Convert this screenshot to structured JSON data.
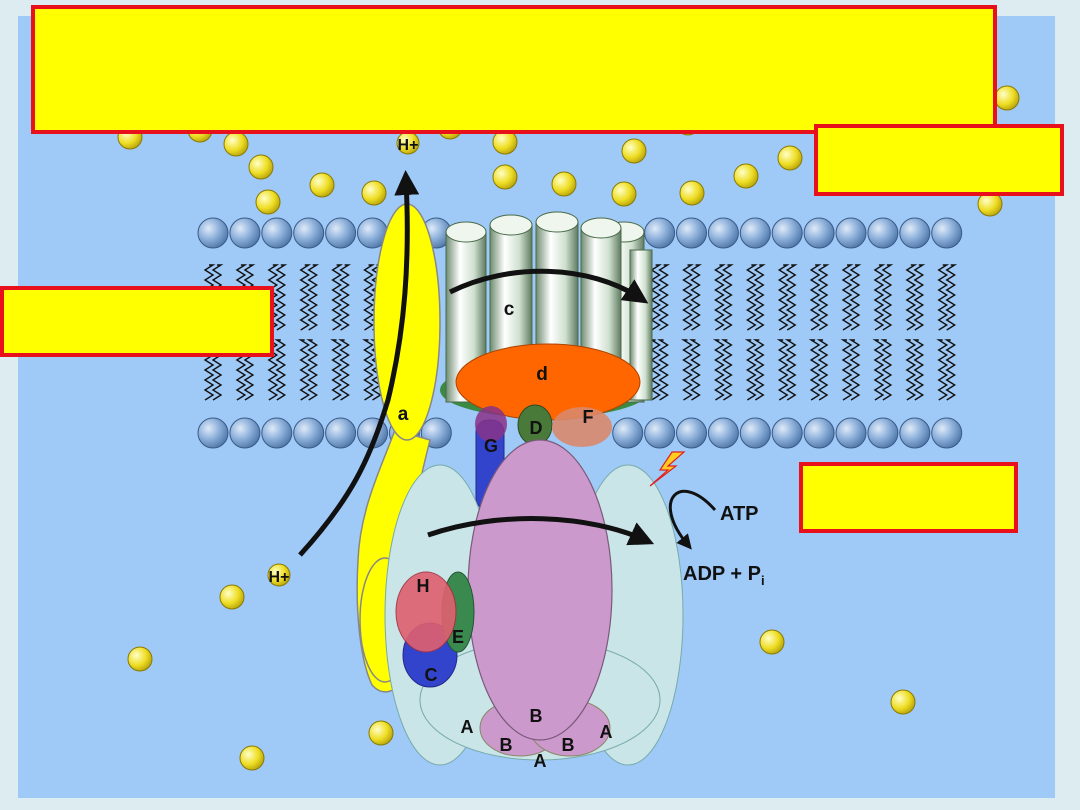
{
  "diagram": {
    "proton_top": "H+",
    "proton_bottom": "H+",
    "subunits": {
      "a": "a",
      "c": "c",
      "d": "d",
      "F": "F",
      "D": "D",
      "G": "G",
      "H": "H",
      "E": "E",
      "C": "C",
      "A": "A",
      "B": "B"
    },
    "atp_label": "ATP",
    "adp_label": "ADP + P",
    "adp_subscript": "i"
  },
  "label_boxes": [
    "",
    "",
    "",
    ""
  ],
  "colors": {
    "background_panel": "#9fcaf8",
    "page_border": "#dcecf1",
    "label_fill": "#ffff00",
    "label_border": "#e8101a",
    "subunit_a": "#ffff00",
    "subunit_d": "#ff6600",
    "subunit_B": "#cc99cc",
    "subunit_A": "#c9e5e8",
    "subunit_H": "#e06070",
    "subunit_C": "#3344cc",
    "subunit_E": "#3a8a50",
    "subunit_G": "#3344cc",
    "subunit_D": "#4a7a3a",
    "subunit_F": "#d8886a",
    "c_ring": "#dfeee0",
    "lipid_head": "#7aa4d4",
    "proton": "#eedd22"
  }
}
